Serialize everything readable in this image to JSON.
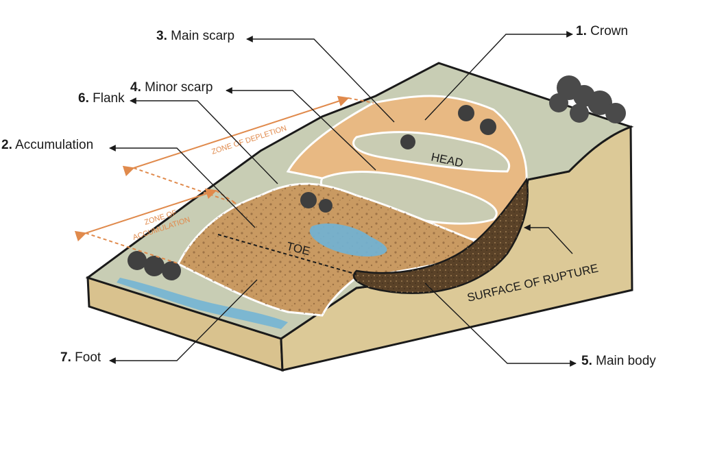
{
  "labels": {
    "crown": {
      "num": "1.",
      "text": "Crown"
    },
    "accumulation": {
      "num": "2.",
      "text": "Accumulation"
    },
    "main_scarp": {
      "num": "3.",
      "text": "Main scarp"
    },
    "minor_scarp": {
      "num": "4.",
      "text": "Minor scarp"
    },
    "main_body": {
      "num": "5.",
      "text": "Main body"
    },
    "flank": {
      "num": "6.",
      "text": "Flank"
    },
    "foot": {
      "num": "7.",
      "text": "Foot"
    }
  },
  "diagram_text": {
    "head": "HEAD",
    "toe": "TOE",
    "surface_of_rupture": "SURFACE OF RUPTURE",
    "zone_of_depletion": "ZONE OF DEPLETION",
    "zone_of_accumulation_1": "ZONE OF",
    "zone_of_accumulation_2": "ACCUMULATION"
  },
  "colors": {
    "zone_arrow": "#e08a4c",
    "ground_tan": "#dcc997",
    "grass": "#c8cdb4",
    "slide_orange": "#e8b983",
    "slide_brown": "#a87a49",
    "main_body_dark": "#5a4228",
    "water": "#6fb3d6",
    "outline": "#1a1a1a"
  }
}
